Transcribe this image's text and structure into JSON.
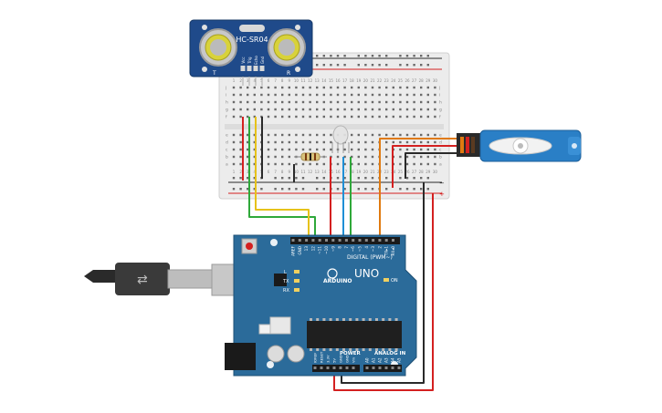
{
  "sensor": {
    "model": "HC-SR04",
    "pin_labels": [
      "Vcc",
      "Trig",
      "Echo",
      "Gnd"
    ],
    "t_mark": "T",
    "r_mark": "R"
  },
  "breadboard": {
    "columns": [
      "1",
      "2",
      "3",
      "4",
      "5",
      "6",
      "7",
      "8",
      "9",
      "10",
      "11",
      "12",
      "13",
      "14",
      "15",
      "16",
      "17",
      "18",
      "19",
      "20",
      "21",
      "22",
      "23",
      "24",
      "25",
      "26",
      "27",
      "28",
      "29",
      "30"
    ],
    "rows_top": [
      "j",
      "i",
      "h",
      "g",
      "f"
    ],
    "rows_bottom": [
      "e",
      "d",
      "c",
      "b",
      "a"
    ],
    "rail_plus": "+",
    "rail_minus": "−"
  },
  "arduino": {
    "brand": "ARDUINO",
    "model": "UNO",
    "digital_label": "DIGITAL (PWM~)",
    "power_label": "POWER",
    "analog_label": "ANALOG IN",
    "on_label": "ON",
    "led_labels": [
      "L",
      "TX",
      "RX"
    ],
    "digital_pins": [
      "AREF",
      "GND",
      "13",
      "12",
      "~11",
      "~10",
      "~9",
      "8",
      "7",
      "~6",
      "~5",
      "4",
      "~3",
      "2",
      "TX▸1",
      "RX◂0"
    ],
    "power_pins": [
      "IOREF",
      "RESET",
      "3.3V",
      "5V",
      "GND",
      "GND",
      "Vin"
    ],
    "analog_pins": [
      "A0",
      "A1",
      "A2",
      "A3",
      "A4",
      "A5"
    ]
  },
  "colors": {
    "board": "#2b6b9a",
    "wire_red": "#d42020",
    "wire_black": "#2a2a2a",
    "wire_green": "#2fa83a",
    "wire_yellow": "#e6c21a",
    "wire_blue": "#1f8fd6",
    "wire_orange": "#e07a10",
    "servo": "#2a7fc6"
  }
}
